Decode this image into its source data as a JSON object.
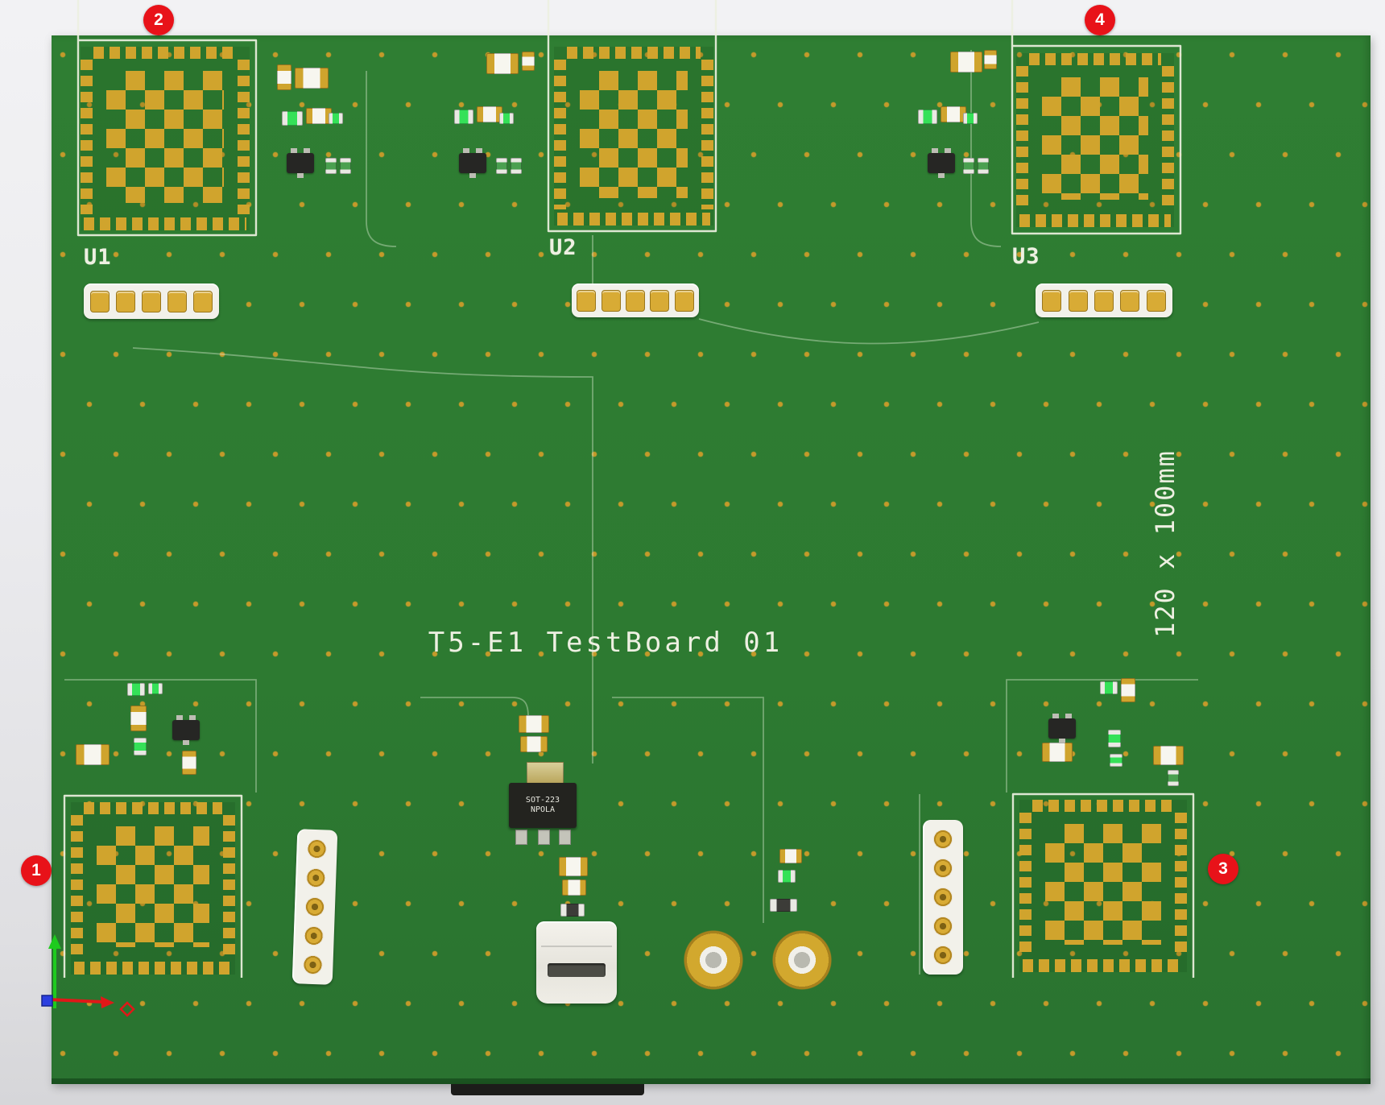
{
  "board": {
    "title": "T5-E1 TestBoard 01",
    "dimension_label": "120 x 100mm"
  },
  "designators": {
    "u1": "U1",
    "u2": "U2",
    "u3": "U3"
  },
  "sot223": {
    "line1": "SOT-223",
    "line2": "NPOLA"
  },
  "callouts": [
    "1",
    "2",
    "3",
    "4"
  ],
  "colors": {
    "board_green": "#2f7e33",
    "via_gold": "#c49a2a",
    "pad_gold": "#d0a42d",
    "silkscreen": "#eef0e2",
    "connector_white": "#f2f1ea",
    "callout_red": "#e81219",
    "axis_x_red": "#e01818",
    "axis_y_green": "#1ecb1e",
    "axis_z_blue": "#2b3fe0"
  }
}
